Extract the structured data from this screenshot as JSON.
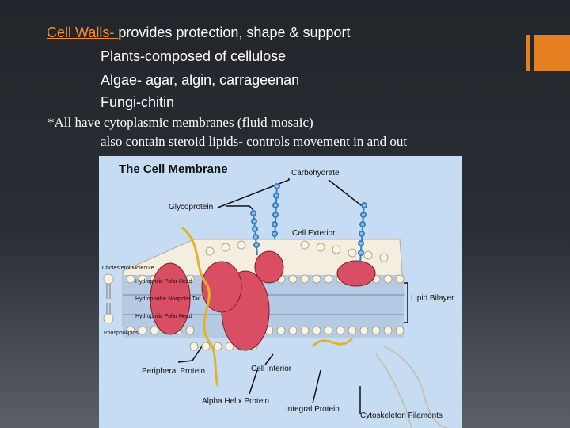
{
  "slide": {
    "line1_prefix": "Cell Walls- ",
    "line1_rest": "provides protection, shape & support",
    "line2": "Plants-composed of cellulose",
    "line3": "Algae- agar, algin, carrageenan",
    "line4": "Fungi-chitin",
    "line5": "*All have cytoplasmic membranes (fluid mosaic)",
    "line6": "also contain steroid lipids- controls movement in and out"
  },
  "figure": {
    "title": "The Cell Membrane",
    "labels": {
      "carbohydrate": "Carbohydrate",
      "glycoprotein": "Glycoprotein",
      "cell_exterior": "Cell Exterior",
      "cholesterol": "Cholesterol Molecule",
      "hydrophilic_head_1": "Hydrophilic Polar Head",
      "hydrophobic_tail": "Hydrophobic Nonpolar Tail",
      "hydrophilic_head_2": "Hydrophilic Polar Head",
      "phospholipids": "Phospholipids",
      "lipid_bilayer": "Lipid Bilayer",
      "peripheral_protein": "Peripheral Protein",
      "cell_interior": "Cell Interior",
      "alpha_helix": "Alpha Helix Protein",
      "integral_protein": "Integral Protein",
      "cytoskeleton": "Cytoskeleton Filaments"
    }
  },
  "colors": {
    "accent": "#e67e22",
    "link": "#ff8c2a",
    "text": "#ffffff"
  }
}
